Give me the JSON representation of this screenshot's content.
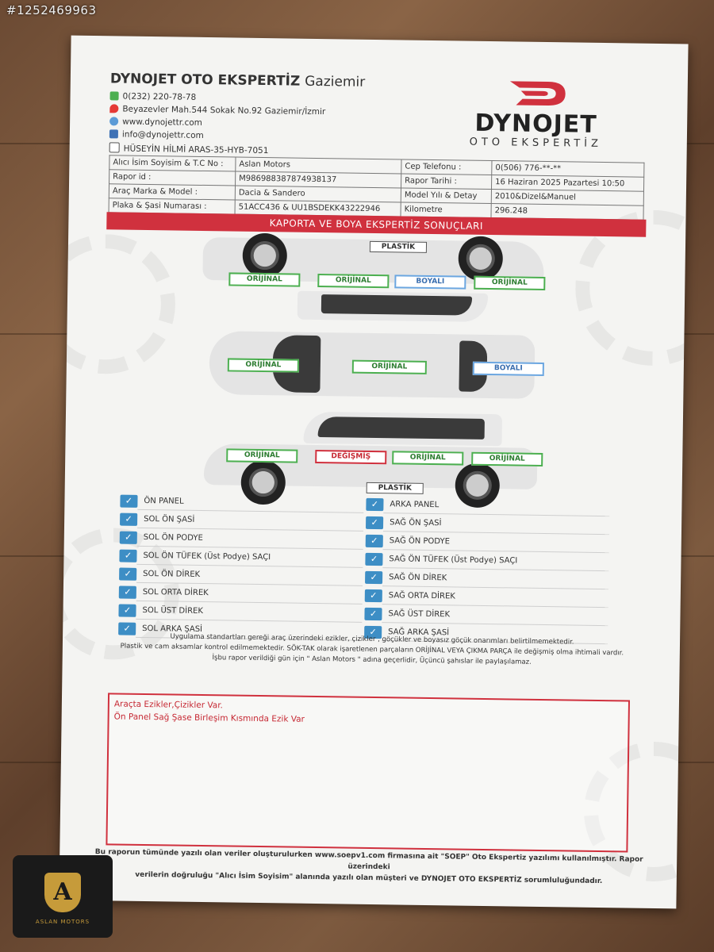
{
  "stock_id": "#1252469963",
  "header": {
    "company": "DYNOJET OTO EKSPERTİZ",
    "branch": "Gaziemir",
    "phone": "0(232) 220-78-78",
    "address": "Beyazevler Mah.544 Sokak No.92 Gaziemir/İzmir",
    "web": "www.dynojettr.com",
    "email": "info@dynojettr.com",
    "license": "HÜSEYİN HİLMİ ARAS-35-HYB-7051"
  },
  "logo": {
    "name": "DYNOJET",
    "sub": "OTO EKSPERTİZ"
  },
  "info": [
    {
      "l1": "Alıcı İsim Soyisim & T.C No :",
      "v1": "Aslan Motors",
      "l2": "Cep Telefonu :",
      "v2": "0(506) 776-**-**"
    },
    {
      "l1": "Rapor id :",
      "v1": "M986988387874938137",
      "l2": "Rapor Tarihi :",
      "v2": "16 Haziran 2025 Pazartesi 10:50"
    },
    {
      "l1": "Araç Marka & Model :",
      "v1": "Dacia & Sandero",
      "l2": "Model Yılı & Detay",
      "v2": "2010&Dizel&Manuel"
    },
    {
      "l1": "Plaka & Şasi Numarası :",
      "v1": "51ACC436 & UU1BSDEKK43222946",
      "l2": "Kilometre",
      "v2": "296.248"
    }
  ],
  "section_title": "KAPORTA VE BOYA EKSPERTİZ SONUÇLARI",
  "car_tags": {
    "plastik_top": "PLASTİK",
    "plastik_bottom": "PLASTİK",
    "top_row": [
      "ORİJİNAL",
      "ORİJİNAL",
      "BOYALI",
      "ORİJİNAL"
    ],
    "middle_row": [
      "ORİJİNAL",
      "ORİJİNAL",
      "BOYALI"
    ],
    "bottom_row": [
      "ORİJİNAL",
      "DEĞİŞMİŞ",
      "ORİJİNAL",
      "ORİJİNAL"
    ]
  },
  "checks_left": [
    "ÖN PANEL",
    "SOL ÖN ŞASİ",
    "SOL ÖN PODYE",
    "SOL ÖN TÜFEK (Üst Podye) SAÇI",
    "SOL ÖN DİREK",
    "SOL ORTA DİREK",
    "SOL ÜST DİREK",
    "SOL ARKA ŞASİ"
  ],
  "checks_right": [
    "ARKA PANEL",
    "SAĞ ÖN ŞASİ",
    "SAĞ ÖN PODYE",
    "SAĞ ÖN TÜFEK (Üst Podye) SAÇI",
    "SAĞ ÖN DİREK",
    "SAĞ ORTA DİREK",
    "SAĞ ÜST DİREK",
    "SAĞ ARKA ŞASİ"
  ],
  "check_mark": "✓",
  "notes": [
    "Uygulama standartları gereği araç üzerindeki ezikler, çizikler , göçükler ve boyasız göçük onarımları belirtilmemektedir.",
    "Plastik ve cam aksamlar kontrol edilmemektedir. SÖK-TAK olarak işaretlenen parçaların ORİJİNAL VEYA ÇIKMA PARÇA ile değişmiş olma ihtimali vardır.",
    "İşbu rapor verildiği gün için \" Aslan Motors \" adına geçerlidir, Üçüncü şahıslar ile paylaşılamaz."
  ],
  "remarks": [
    "Araçta Ezikler,Çizikler Var.",
    "Ön Panel Sağ Şase Birleşim Kısmında Ezik Var"
  ],
  "footer": [
    "Bu raporun tümünde yazılı olan veriler oluşturulurken www.soepv1.com firmasına ait \"SOEP\" Oto Ekspertiz yazılımı kullanılmıştır. Rapor üzerindeki",
    "verilerin doğruluğu \"Alıcı İsim Soyisim\" alanında yazılı olan müşteri ve DYNOJET OTO EKSPERTİZ sorumluluğundadır."
  ],
  "badge": {
    "letter": "A",
    "text": "ASLAN MOTORS"
  },
  "colors": {
    "accent_red": "#d0313e",
    "ok_green": "#4caf50",
    "painted_blue": "#6ba6e0",
    "check_blue": "#3d8ec5"
  }
}
